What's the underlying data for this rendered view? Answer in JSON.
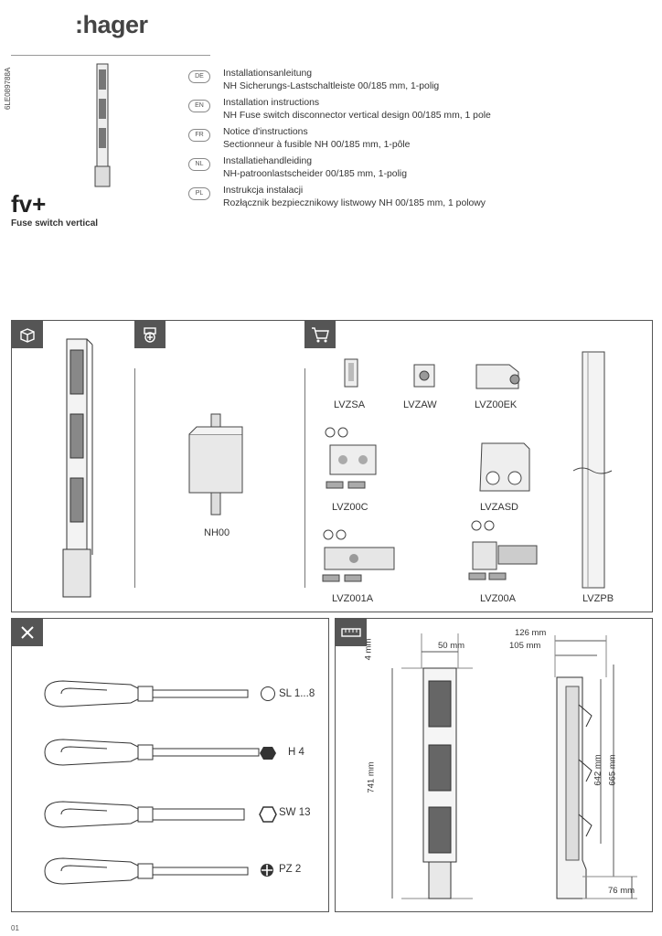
{
  "header": {
    "logo": ":hager",
    "doc_number": "6LE089788A"
  },
  "languages": [
    {
      "code": "DE",
      "title": "Installationsanleitung",
      "subtitle": "NH Sicherungs-Lastschaltleiste 00/185 mm, 1-polig"
    },
    {
      "code": "EN",
      "title": "Installation instructions",
      "subtitle": "NH Fuse switch disconnector vertical design 00/185 mm, 1 pole"
    },
    {
      "code": "FR",
      "title": "Notice d'instructions",
      "subtitle": "Sectionneur à fusible NH 00/185 mm, 1-pôle"
    },
    {
      "code": "NL",
      "title": "Installatiehandleiding",
      "subtitle": "NH-patroonlastscheider 00/185 mm, 1-polig"
    },
    {
      "code": "PL",
      "title": "Instrukcja instalacji",
      "subtitle": "Rozłącznik bezpiecznikowy listwowy NH 00/185 mm, 1 polowy"
    }
  ],
  "brand": {
    "name": "fv+",
    "subtitle": "Fuse switch vertical"
  },
  "accessories": {
    "fuse": "NH00",
    "items": [
      "LVZSA",
      "LVZAW",
      "LVZ00EK",
      "LVZ00C",
      "LVZASD",
      "LVZ001A",
      "LVZ00A",
      "LVZPB"
    ]
  },
  "tools": [
    "SL 1...8",
    "H 4",
    "SW 13",
    "PZ 2"
  ],
  "dimensions": {
    "top_gap": "4 mm",
    "width": "50 mm",
    "height": "741 mm",
    "depth_total": "126 mm",
    "depth_body": "105 mm",
    "inner_height": "642 mm",
    "outer_height": "665 mm",
    "bottom": "76 mm"
  },
  "page_number": "01",
  "colors": {
    "icon_bg": "#555555",
    "line": "#555555"
  }
}
